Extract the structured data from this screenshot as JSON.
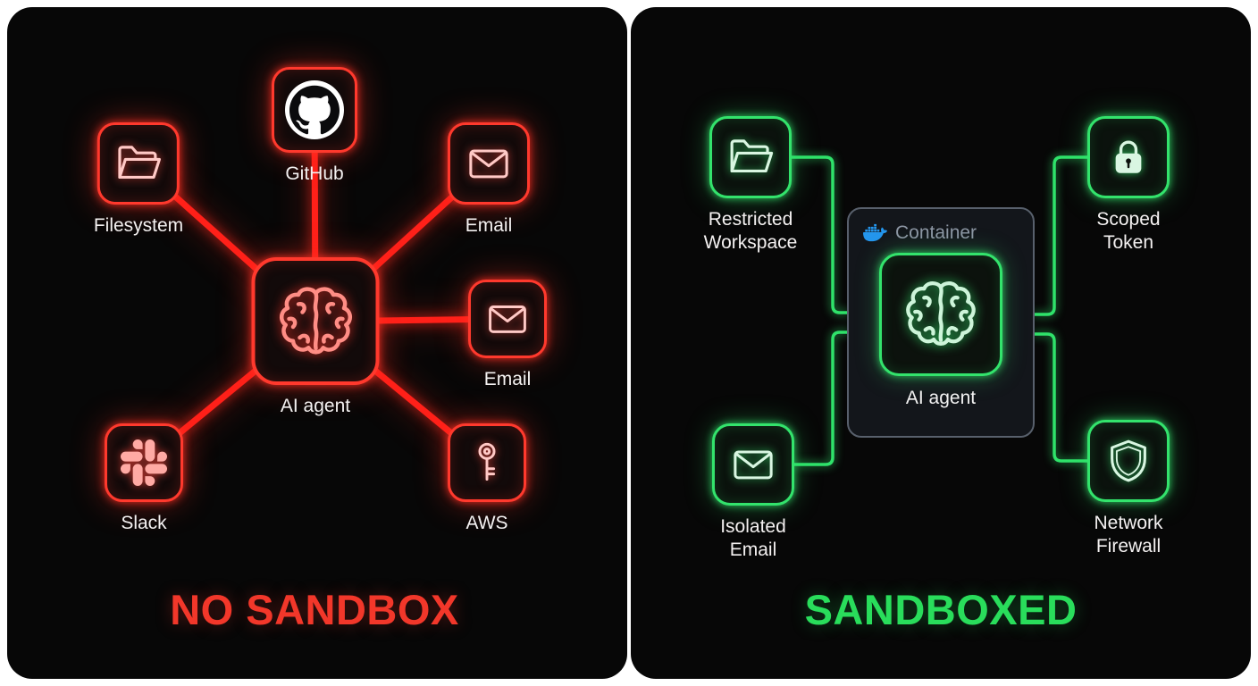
{
  "left_panel": {
    "title": "NO SANDBOX",
    "accent_color": "#ff392d",
    "title_color": "#f2372a",
    "center": {
      "label": "AI agent",
      "icon": "brain-icon"
    },
    "nodes": [
      {
        "label": "Filesystem",
        "icon": "folder-icon"
      },
      {
        "label": "GitHub",
        "icon": "github-icon"
      },
      {
        "label": "Email",
        "icon": "envelope-icon"
      },
      {
        "label": "Email",
        "icon": "envelope-icon"
      },
      {
        "label": "Slack",
        "icon": "slack-icon"
      },
      {
        "label": "AWS",
        "icon": "key-icon"
      }
    ]
  },
  "right_panel": {
    "title": "SANDBOXED",
    "accent_color": "#33e36c",
    "title_color": "#29dd5b",
    "container": {
      "label": "Container",
      "icon": "docker-icon",
      "docker_blue": "#2496ed"
    },
    "center": {
      "label": "AI agent",
      "icon": "brain-icon"
    },
    "nodes": [
      {
        "label": "Restricted Workspace",
        "icon": "folder-icon"
      },
      {
        "label": "Scoped Token",
        "icon": "lock-icon"
      },
      {
        "label": "Isolated Email",
        "icon": "envelope-icon"
      },
      {
        "label": "Network Firewall",
        "icon": "shield-icon"
      }
    ]
  }
}
